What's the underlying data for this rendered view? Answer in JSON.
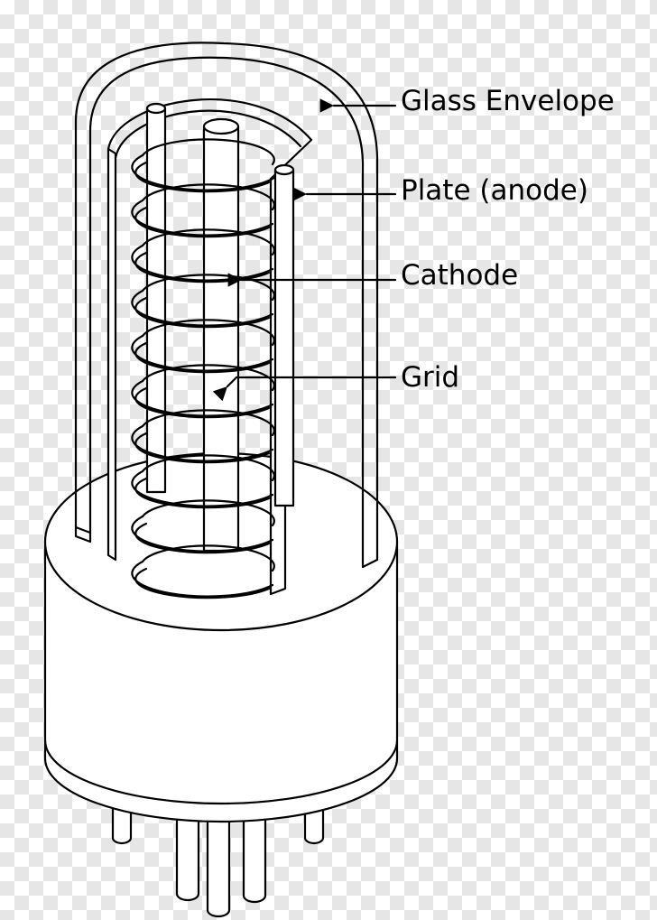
{
  "labels": {
    "glass_envelope": "Glass Envelope",
    "plate": "Plate (anode)",
    "cathode": "Cathode",
    "grid": "Grid"
  },
  "colors": {
    "line": "#000000",
    "fill": "#ffffff",
    "checker": "#e6e6e6"
  }
}
